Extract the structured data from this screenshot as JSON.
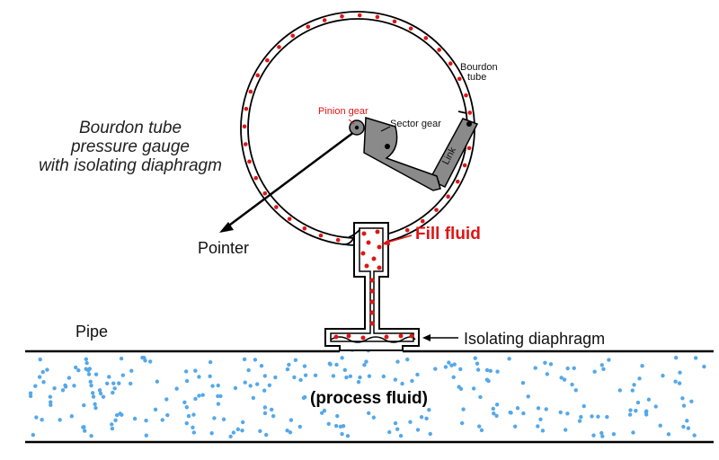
{
  "title_lines": [
    "Bourdon tube",
    "pressure gauge",
    "with isolating diaphragm"
  ],
  "labels": {
    "bourdon_tube": [
      "Bourdon",
      "tube"
    ],
    "pinion_gear": "Pinion gear",
    "sector_gear": "Sector gear",
    "link": "Link",
    "pointer": "Pointer",
    "fill_fluid": "Fill fluid",
    "pipe": "Pipe",
    "isolating_diaphragm": "Isolating diaphragm",
    "process_fluid": "(process fluid)"
  },
  "colors": {
    "fill_fluid": "#e01515",
    "process_fluid": "#55a8e8",
    "process_text": "#2020c0",
    "mechanism": "#8a8a8a",
    "line": "#000000"
  }
}
